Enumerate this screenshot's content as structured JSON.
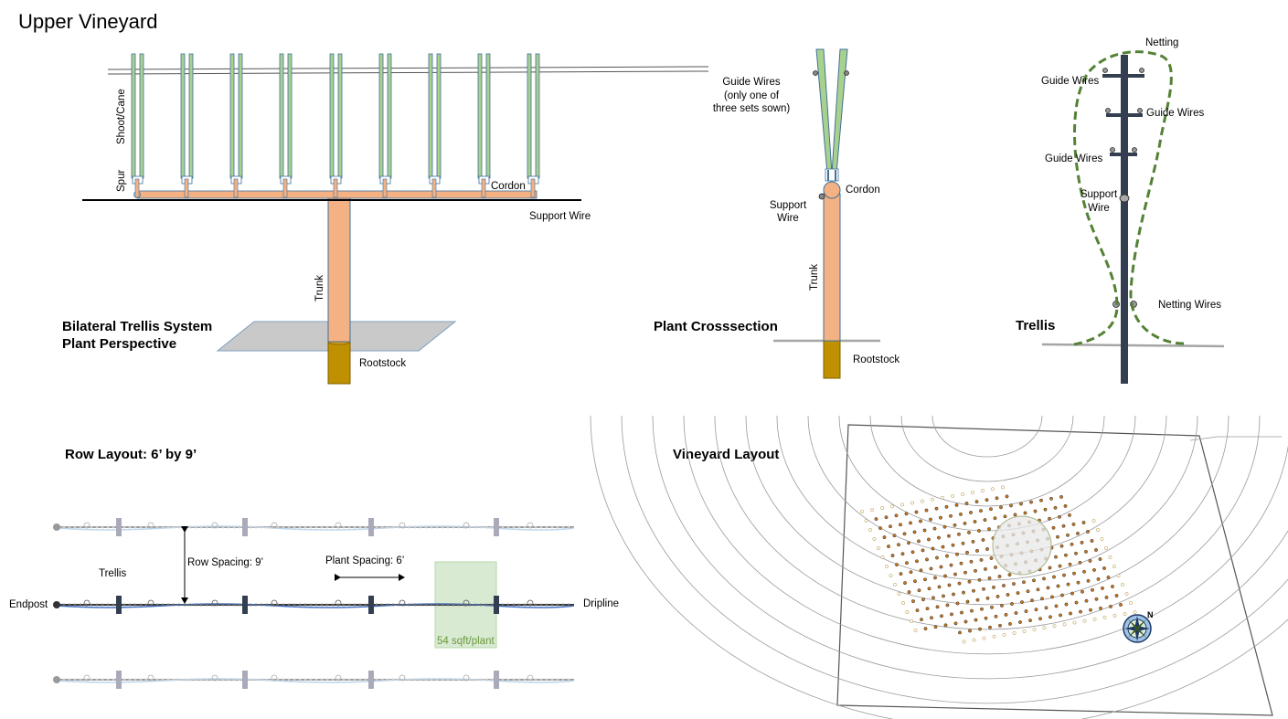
{
  "page_title": "Upper Vineyard",
  "plant_perspective": {
    "title_line1": "Bilateral Trellis System",
    "title_line2": "Plant Perspective",
    "shoot_label": "Shoot/Cane",
    "spur_label": "Spur",
    "cordon_label": "Cordon",
    "support_wire_label": "Support Wire",
    "trunk_label": "Trunk",
    "rootstock_label": "Rootstock"
  },
  "crosssection": {
    "title": "Plant Crosssection",
    "guide_wires_line1": "Guide Wires",
    "guide_wires_line2": "(only one of",
    "guide_wires_line3": "three sets sown)",
    "cordon_label": "Cordon",
    "support_wire_line1": "Support",
    "support_wire_line2": "Wire",
    "trunk_label": "Trunk",
    "rootstock_label": "Rootstock"
  },
  "trellis": {
    "title": "Trellis",
    "netting_label": "Netting",
    "guide_wires_1": "Guide Wires",
    "guide_wires_2": "Guide Wires",
    "guide_wires_3": "Guide Wires",
    "support_wire_line1": "Support",
    "support_wire_line2": "Wire",
    "netting_wires_label": "Netting Wires"
  },
  "row_layout": {
    "title": "Row Layout: 6’ by 9’",
    "trellis_label": "Trellis",
    "row_spacing_label": "Row Spacing: 9’",
    "plant_spacing_label": "Plant Spacing: 6’",
    "endpost_label": "Endpost",
    "dripline_label": "Dripline",
    "area_label": "54 sqft/plant"
  },
  "vineyard_layout": {
    "title": "Vineyard Layout",
    "north_label": "N"
  },
  "colors": {
    "trunk": "#f4b183",
    "rootstock": "#bf9000",
    "shoot_fill": "#a9d18e",
    "shoot_edge": "#41719c",
    "netting": "#548235",
    "post": "#333f50",
    "ground_plane": "#c9c9c9",
    "area_box": "#d9ead3"
  }
}
